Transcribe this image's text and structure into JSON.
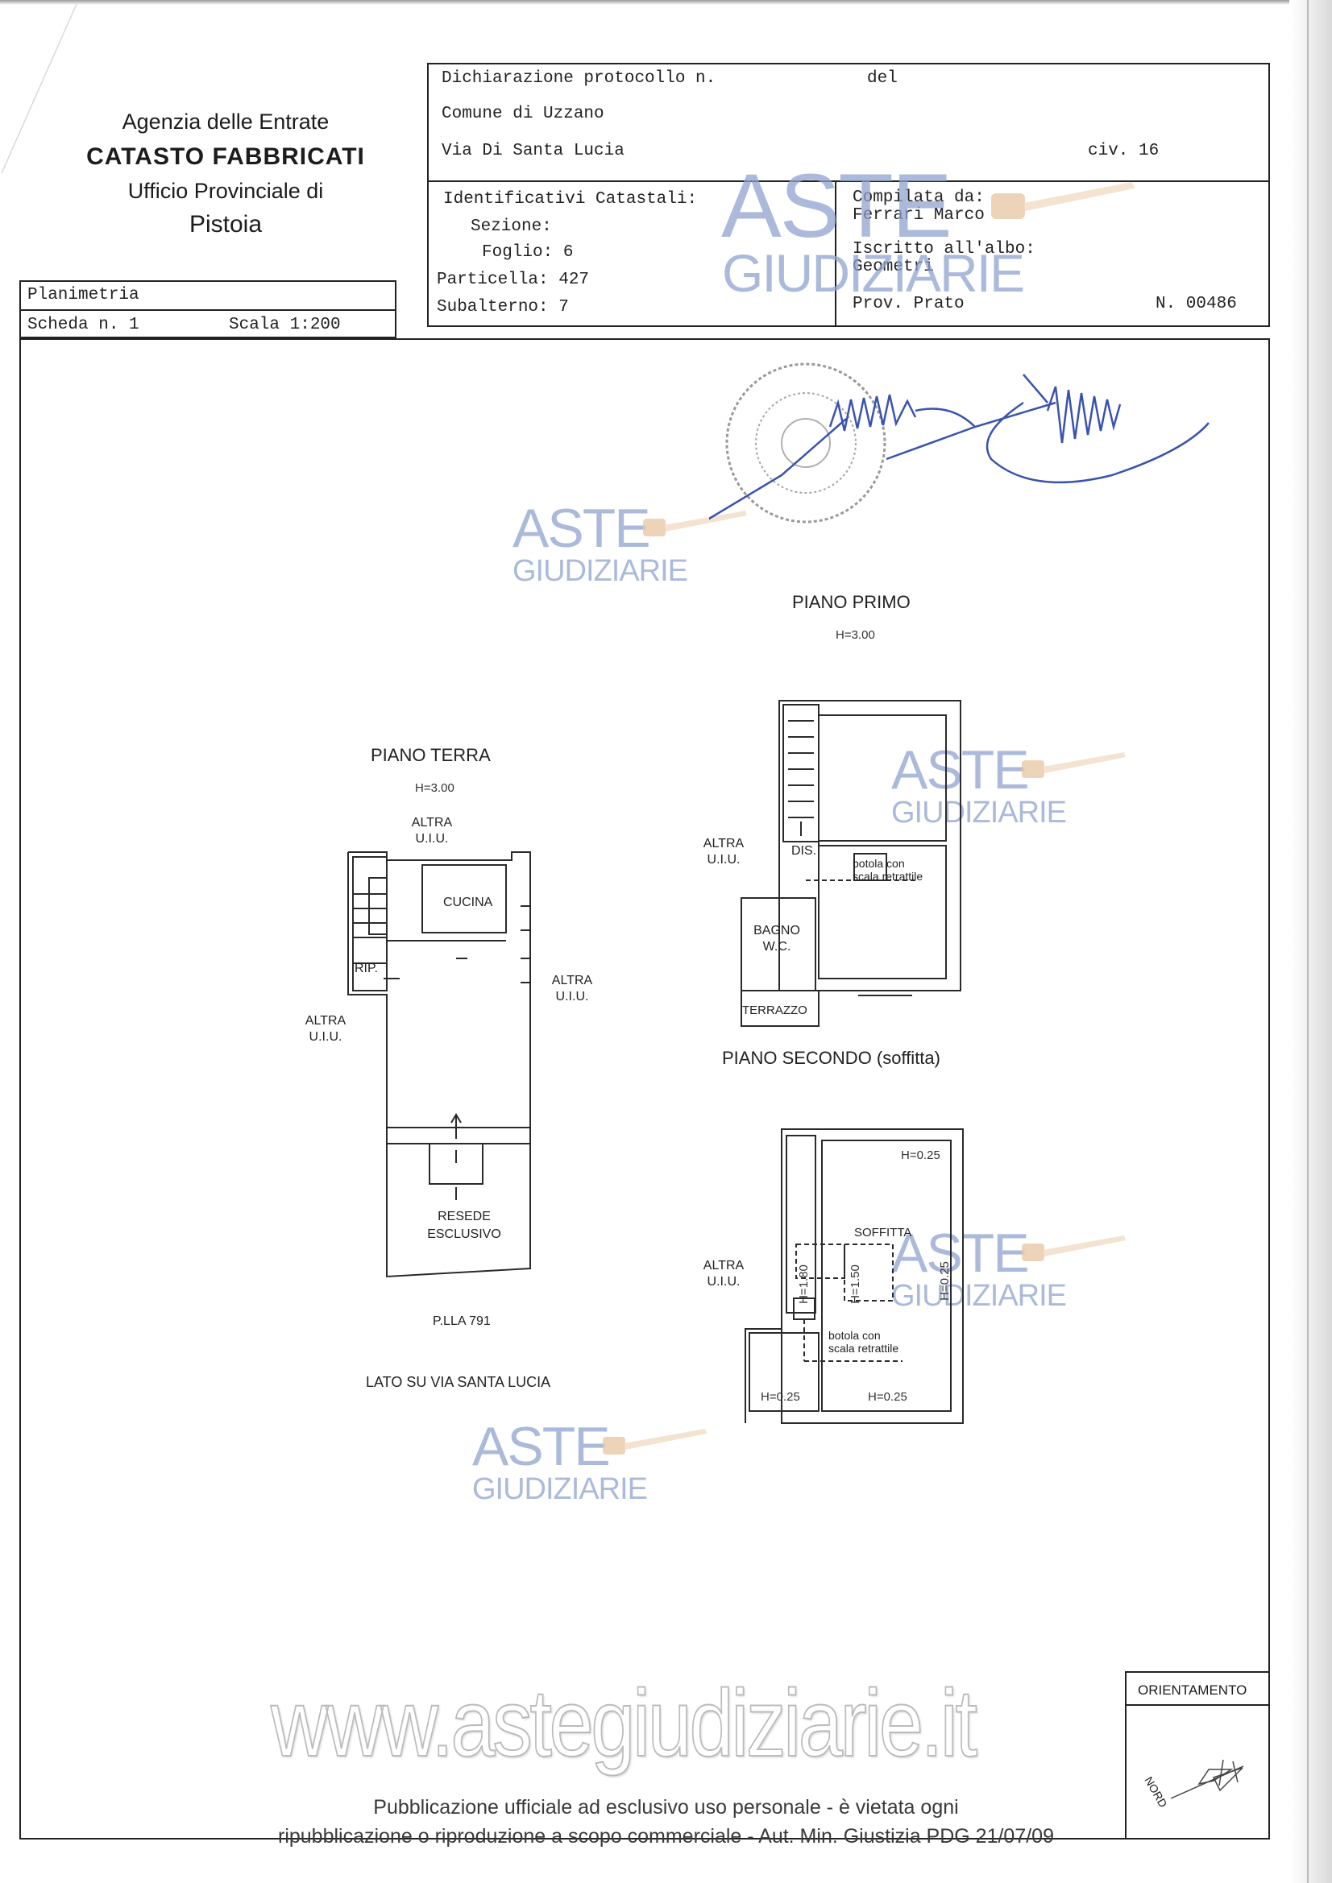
{
  "agency": {
    "line1": "Agenzia delle Entrate",
    "line2": "CATASTO FABBRICATI",
    "line3": "Ufficio Provinciale di",
    "line4": "Pistoia"
  },
  "sheet": {
    "type": "Planimetria",
    "scheda": "Scheda n. 1",
    "scala": "Scala 1:200"
  },
  "declaration": {
    "protocollo_label": "Dichiarazione protocollo n.",
    "del_label": "del",
    "comune": "Comune di Uzzano",
    "via": "Via Di Santa Lucia",
    "civico": "civ. 16"
  },
  "identificativi": {
    "heading": "Identificativi Catastali:",
    "sezione": "Sezione:",
    "foglio": "Foglio: 6",
    "particella": "Particella: 427",
    "subalterno": "Subalterno: 7"
  },
  "compiler": {
    "heading": "Compilata da:",
    "name": "Ferrari Marco",
    "albo_label": "Iscritto all'albo:",
    "albo": "Geometri",
    "prov": "Prov. Prato",
    "numero": "N. 00486"
  },
  "watermark": {
    "aste": "ASTE",
    "giudiziarie": "GIUDIZIARIE",
    "url": "www.astegiudiziarie.it"
  },
  "piano_terra": {
    "title": "PIANO TERRA",
    "height": "H=3.00",
    "altra_top": "ALTRA\nU.I.U.",
    "altra_right": "ALTRA\nU.I.U.",
    "altra_left": "ALTRA\nU.I.U.",
    "cucina": "CUCINA",
    "rip": "RIP.",
    "resede": "RESEDE\nESCLUSIVO",
    "plla": "P.LLA 791",
    "lato": "LATO SU VIA SANTA LUCIA"
  },
  "piano_primo": {
    "title": "PIANO PRIMO",
    "height": "H=3.00",
    "altra": "ALTRA\nU.I.U.",
    "dis": "DIS.",
    "botola": "botola con\nscala retrattile",
    "bagno": "BAGNO\nW.C.",
    "terrazzo": "TERRAZZO"
  },
  "piano_secondo": {
    "title": "PIANO SECONDO (soffitta)",
    "altra": "ALTRA\nU.I.U.",
    "h_top": "H=0.25",
    "soffitta": "SOFFITTA",
    "h_180": "H=1.80",
    "h_150": "H=1.50",
    "h_right": "H=0.25",
    "botola": "botola con\nscala retrattile",
    "h_bl": "H=0.25",
    "h_br": "H=0.25"
  },
  "orientamento": {
    "label": "ORIENTAMENTO",
    "nord": "NORD"
  },
  "footer": {
    "line1": "Pubblicazione ufficiale ad esclusivo uso personale - è vietata ogni",
    "line2": "ripubblicazione o riproduzione a scopo commerciale - Aut. Min. Giustizia PDG 21/07/09"
  }
}
